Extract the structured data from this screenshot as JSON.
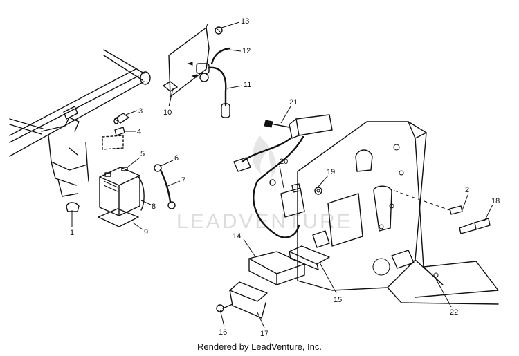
{
  "watermark": "LEADVENTURE",
  "footer": "Rendered by LeadVenture, Inc.",
  "callouts": [
    {
      "id": "1",
      "label": "1"
    },
    {
      "id": "2",
      "label": "2"
    },
    {
      "id": "3",
      "label": "3"
    },
    {
      "id": "4",
      "label": "4"
    },
    {
      "id": "5",
      "label": "5"
    },
    {
      "id": "6",
      "label": "6"
    },
    {
      "id": "7",
      "label": "7"
    },
    {
      "id": "8",
      "label": "8"
    },
    {
      "id": "9",
      "label": "9"
    },
    {
      "id": "10",
      "label": "10"
    },
    {
      "id": "11",
      "label": "11"
    },
    {
      "id": "12",
      "label": "12"
    },
    {
      "id": "13",
      "label": "13"
    },
    {
      "id": "14",
      "label": "14"
    },
    {
      "id": "15",
      "label": "15"
    },
    {
      "id": "16",
      "label": "16"
    },
    {
      "id": "17",
      "label": "17"
    },
    {
      "id": "18",
      "label": "18"
    },
    {
      "id": "19",
      "label": "19"
    },
    {
      "id": "20",
      "label": "20"
    },
    {
      "id": "21",
      "label": "21"
    },
    {
      "id": "22",
      "label": "22"
    }
  ]
}
